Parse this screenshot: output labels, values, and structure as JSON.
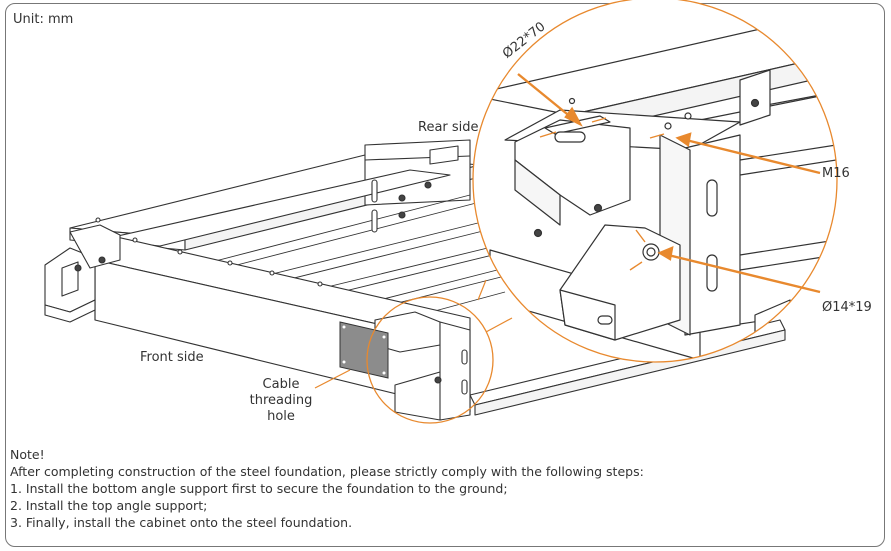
{
  "unit_label": "Unit: mm",
  "labels": {
    "rear_side": "Rear side",
    "front_side": "Front side",
    "cable_hole": [
      "Cable",
      "threading",
      "hole"
    ],
    "dim_slot": "Ø22*70",
    "dim_bolt": "M16",
    "dim_hole": "Ø14*19"
  },
  "note": {
    "title": "Note!",
    "intro": "After completing construction of the steel foundation, please strictly comply with the following steps:",
    "steps": [
      "1. Install the bottom angle support first to secure the foundation to the ground;",
      "2. Install the top angle support;",
      "3. Finally, install the cabinet onto the steel foundation."
    ]
  },
  "colors": {
    "accent": "#E8892E",
    "line": "#333333",
    "plate": "#8c8c8c"
  }
}
